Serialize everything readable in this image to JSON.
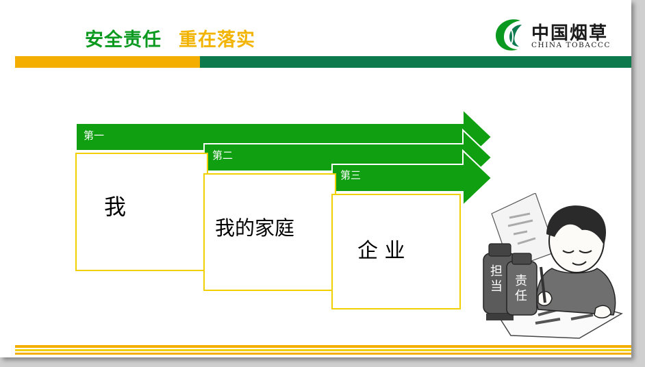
{
  "header": {
    "title_part1": "安全责任",
    "title_part2": "重在落实"
  },
  "logo": {
    "chinese": "中国烟草",
    "english": "CHINA TOBACCC"
  },
  "steps": [
    {
      "label": "第一",
      "content": "我"
    },
    {
      "label": "第二",
      "content": "我的家庭"
    },
    {
      "label": "第三",
      "content": "企 业"
    }
  ],
  "illustration": {
    "bottle_text_1": "担当",
    "bottle_text_2": "责任"
  },
  "colors": {
    "green": "#0b9a1f",
    "orange": "#f4ae00",
    "dark_green": "#0c7a4d",
    "box_border": "#f0d000"
  }
}
